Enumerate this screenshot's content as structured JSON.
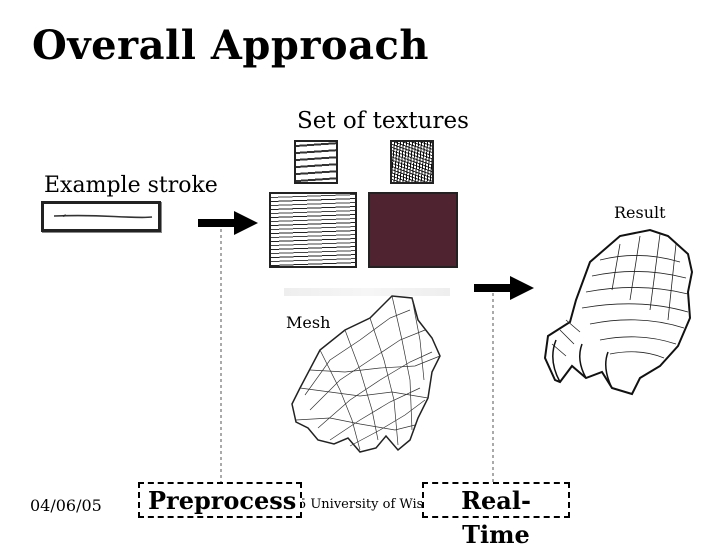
{
  "slide": {
    "title": "Overall Approach",
    "textures_label": "Set of textures",
    "stroke_label": "Example stroke",
    "result_label": "Result",
    "mesh_label": "Mesh",
    "date": "04/06/05",
    "copyright": "© 2005 University of Wisconsin",
    "preprocess_label": "Preprocess",
    "realtime_label": "Real-Time"
  },
  "colors": {
    "dark_swatch": "#4f232f",
    "arrow": "#000000"
  }
}
